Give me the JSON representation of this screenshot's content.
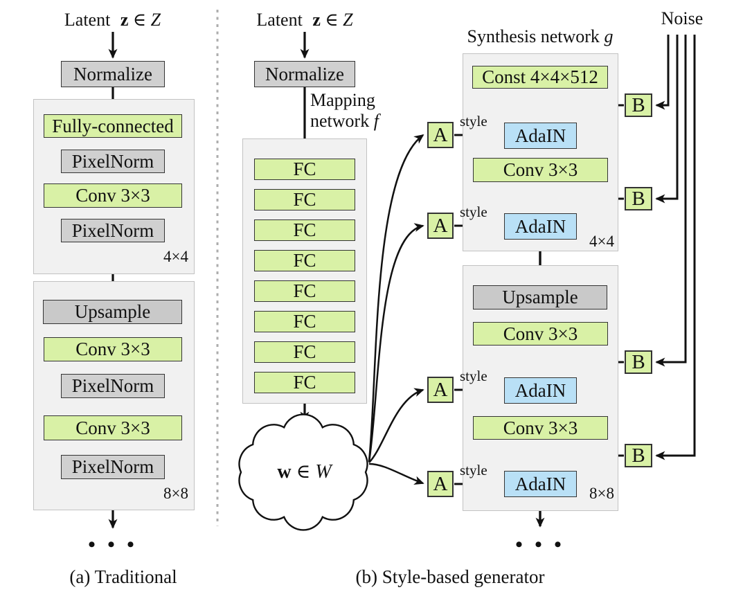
{
  "panel_a": {
    "latent": {
      "prefix": "Latent",
      "var": "z",
      "in": "∈",
      "space": "Z"
    },
    "normalize": "Normalize",
    "block4": {
      "layers": [
        "Fully-connected",
        "PixelNorm",
        "Conv 3×3",
        "PixelNorm"
      ],
      "size": "4×4"
    },
    "block8": {
      "layers": [
        "Upsample",
        "Conv 3×3",
        "PixelNorm",
        "Conv 3×3",
        "PixelNorm"
      ],
      "size": "8×8"
    },
    "ellipsis": "• • •",
    "caption": "(a) Traditional"
  },
  "panel_b": {
    "latent": {
      "prefix": "Latent",
      "var": "z",
      "in": "∈",
      "space": "Z"
    },
    "normalize": "Normalize",
    "mapping_line1": "Mapping",
    "mapping_line2": "network",
    "mapping_var": "f",
    "fc_label": "FC",
    "cloud": {
      "var": "w",
      "in": "∈",
      "space": "W"
    },
    "ellipsis": "• • •",
    "caption": "(b) Style-based generator"
  },
  "synthesis": {
    "title": "Synthesis network",
    "title_var": "g",
    "noise_label": "Noise",
    "a_label": "A",
    "b_label": "B",
    "style_label": "style",
    "block4": {
      "const_label": "Const 4×4×512",
      "adain": "AdaIN",
      "conv": "Conv 3×3",
      "size": "4×4"
    },
    "block8": {
      "upsample": "Upsample",
      "conv": "Conv 3×3",
      "adain": "AdaIN",
      "size": "8×8"
    }
  },
  "colors": {
    "green": "#d9f1a6",
    "blue": "#b9e0f6",
    "gray": "#d0d0d0",
    "panel": "#f1f1f1",
    "line": "#111111"
  }
}
